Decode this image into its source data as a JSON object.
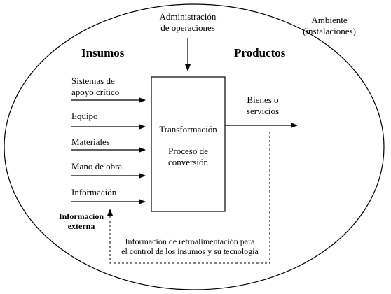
{
  "title": {
    "line1": "Administración",
    "line2": "de operaciones"
  },
  "environment": {
    "line1": "Ambiente",
    "line2": "(instalaciones)"
  },
  "headings": {
    "inputs": "Insumos",
    "outputs": "Productos"
  },
  "inputs": [
    {
      "line1": "Sistemas de",
      "line2": "apoyo crítico"
    },
    {
      "line1": "Equipo"
    },
    {
      "line1": "Materiales"
    },
    {
      "line1": "Mano de obra"
    },
    {
      "line1": "Información"
    }
  ],
  "process": {
    "label1": "Transformación",
    "label2a": "Proceso de",
    "label2b": "conversión"
  },
  "output": {
    "line1": "Bienes o",
    "line2": "servicios"
  },
  "external_info": {
    "line1": "Información",
    "line2": "externa"
  },
  "feedback": {
    "line1": "Información de retroalimentación para",
    "line2": "el control de los insumos y su tecnología"
  },
  "colors": {
    "stroke": "#000000",
    "background": "#ffffff"
  }
}
